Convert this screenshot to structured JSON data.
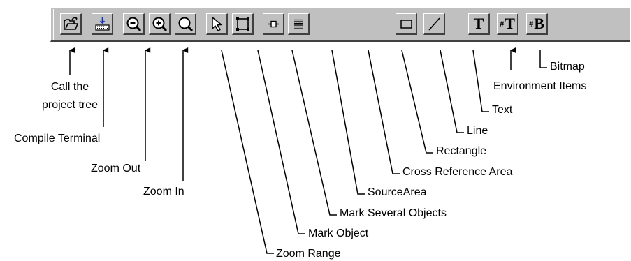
{
  "toolbar": {
    "buttons": [
      {
        "name": "call-project-tree-button",
        "icon": "folder-open-icon"
      },
      {
        "name": "compile-terminal-button",
        "icon": "keyboard-arrow-icon"
      },
      {
        "name": "zoom-out-button",
        "icon": "magnifier-minus-icon"
      },
      {
        "name": "zoom-in-button",
        "icon": "magnifier-plus-icon"
      },
      {
        "name": "zoom-range-button",
        "icon": "magnifier-icon"
      },
      {
        "name": "mark-object-button",
        "icon": "arrow-cursor-icon"
      },
      {
        "name": "mark-several-objects-button",
        "icon": "selection-frame-icon"
      },
      {
        "name": "source-area-button",
        "icon": "source-area-icon"
      },
      {
        "name": "cross-reference-area-button",
        "icon": "lines-list-icon"
      },
      {
        "name": "rectangle-button",
        "icon": "rectangle-icon"
      },
      {
        "name": "line-button",
        "icon": "line-icon"
      },
      {
        "name": "text-button",
        "icon": "text-t-icon"
      },
      {
        "name": "environment-items-button",
        "icon": "hash-t-icon"
      },
      {
        "name": "bitmap-button",
        "icon": "hash-b-icon"
      }
    ]
  },
  "labels": {
    "call_project_tree_line1": "Call the",
    "call_project_tree_line2": "project tree",
    "compile_terminal": "Compile Terminal",
    "zoom_out": "Zoom Out",
    "zoom_in": "Zoom In",
    "zoom_range": "Zoom Range",
    "mark_object": "Mark Object",
    "mark_several_objects": "Mark Several Objects",
    "source_area": "SourceArea",
    "cross_reference_area": "Cross Reference Area",
    "rectangle": "Rectangle",
    "line": "Line",
    "text": "Text",
    "environment_items": "Environment Items",
    "bitmap": "Bitmap"
  },
  "glyphs": {
    "text": "T",
    "environment_items_prefix": "#",
    "environment_items": "T",
    "bitmap_prefix": "#",
    "bitmap": "B"
  }
}
